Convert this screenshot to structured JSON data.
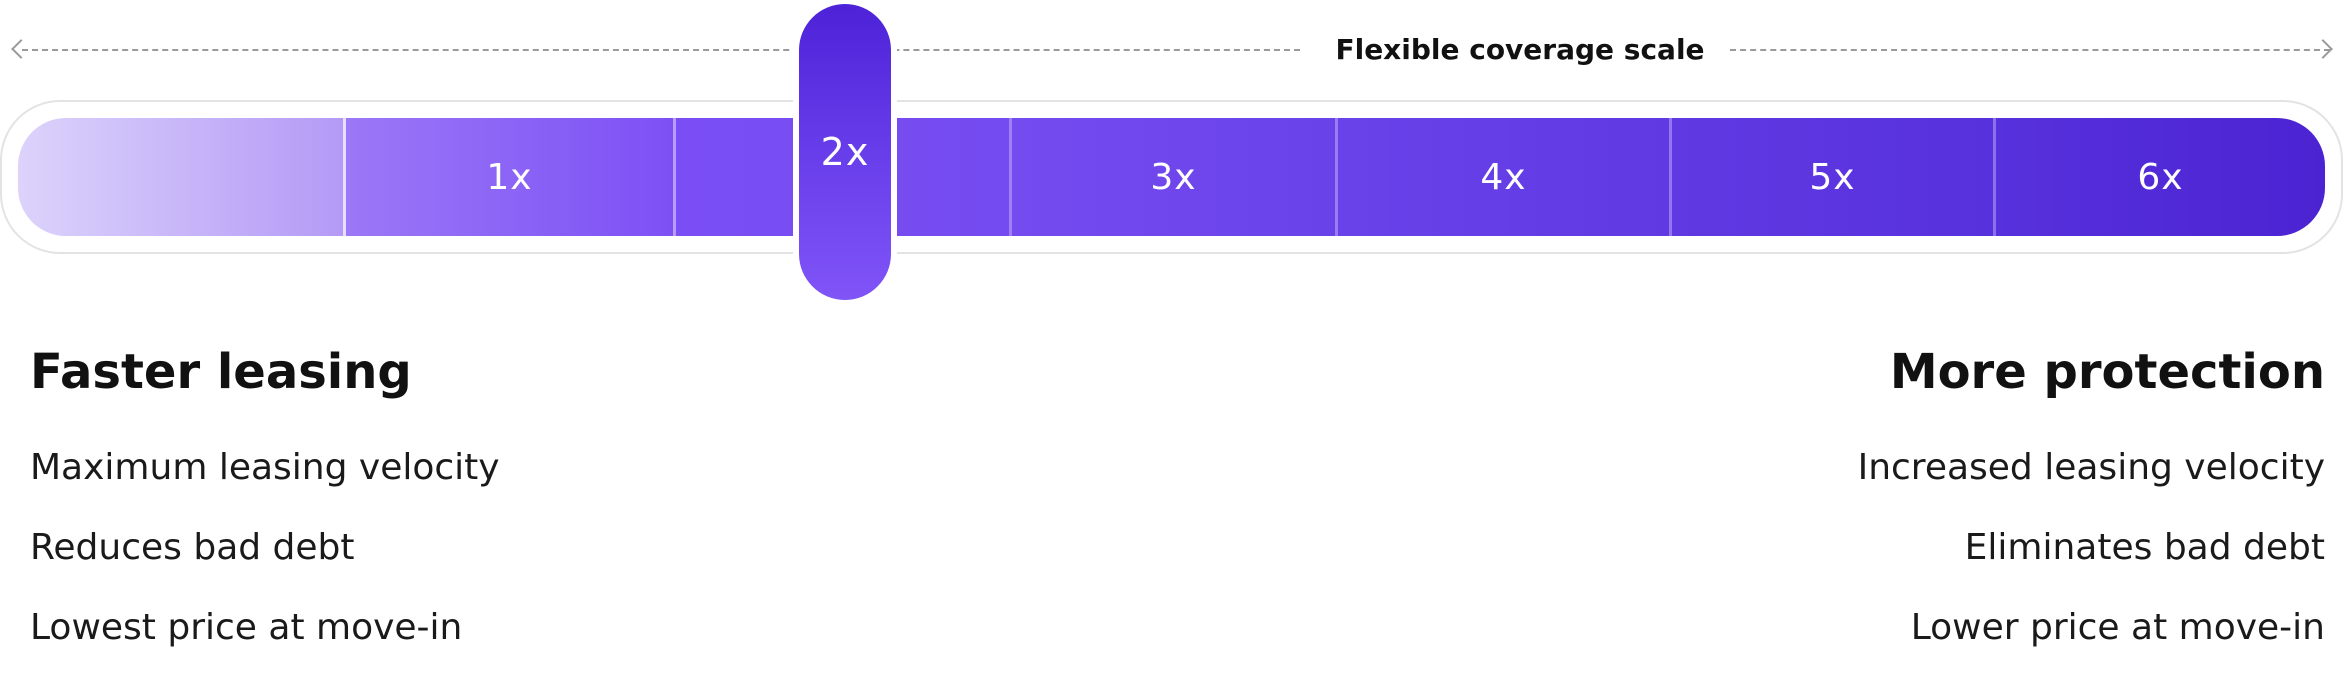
{
  "scale": {
    "title": "Flexible coverage scale"
  },
  "slider": {
    "selected_label": "2x",
    "selected_value": 2,
    "segments": [
      {
        "label": "",
        "color_from": "#dcd3fb",
        "color_to": "#b49af6"
      },
      {
        "label": "1x",
        "color_from": "#9b78f6",
        "color_to": "#7d50f5"
      },
      {
        "label": "",
        "color_from": "#7a4ef4",
        "color_to": "#744bf0"
      },
      {
        "label": "3x",
        "color_from": "#734bef",
        "color_to": "#6a42ea"
      },
      {
        "label": "4x",
        "color_from": "#6a42ea",
        "color_to": "#6139e3"
      },
      {
        "label": "5x",
        "color_from": "#6139e3",
        "color_to": "#5731dc"
      },
      {
        "label": "6x",
        "color_from": "#5731dc",
        "color_to": "#4c23d2"
      }
    ]
  },
  "left": {
    "heading": "Faster leasing",
    "items": [
      "Maximum leasing velocity",
      "Reduces bad debt",
      "Lowest price at move-in"
    ]
  },
  "right": {
    "heading": "More protection",
    "items": [
      "Increased leasing velocity",
      "Eliminates bad debt",
      "Lower price at move-in"
    ]
  }
}
